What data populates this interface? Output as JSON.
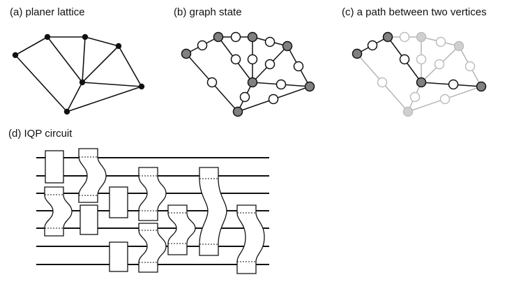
{
  "panels": {
    "a": {
      "title": "(a) planer lattice"
    },
    "b": {
      "title": "(b) graph state"
    },
    "c": {
      "title": "(c) a path between two vertices"
    },
    "d": {
      "title": "(d) IQP circuit"
    }
  },
  "colors": {
    "stroke": "#111111",
    "vertex_fill_dark": "#808080",
    "vertex_fill_light": "#ffffff",
    "faded_stroke": "#b5b5b5",
    "faded_fill": "#cfcfcf"
  }
}
